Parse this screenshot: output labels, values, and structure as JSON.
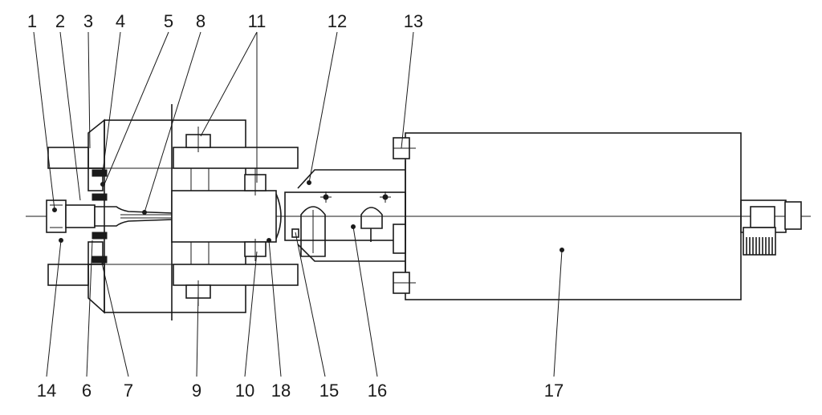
{
  "colors": {
    "ink": "#1a1a1a",
    "background": "#ffffff",
    "hatch": "#1a1a1a"
  },
  "callouts": [
    {
      "id": "c1",
      "text": "1"
    },
    {
      "id": "c2",
      "text": "2"
    },
    {
      "id": "c3",
      "text": "3"
    },
    {
      "id": "c4",
      "text": "4"
    },
    {
      "id": "c5",
      "text": "5"
    },
    {
      "id": "c8",
      "text": "8"
    },
    {
      "id": "c11",
      "text": "11"
    },
    {
      "id": "c12",
      "text": "12"
    },
    {
      "id": "c13",
      "text": "13"
    },
    {
      "id": "c14",
      "text": "14"
    },
    {
      "id": "c6",
      "text": "6"
    },
    {
      "id": "c7",
      "text": "7"
    },
    {
      "id": "c9",
      "text": "9"
    },
    {
      "id": "c10",
      "text": "10"
    },
    {
      "id": "c18",
      "text": "18"
    },
    {
      "id": "c15",
      "text": "15"
    },
    {
      "id": "c16",
      "text": "16"
    },
    {
      "id": "c17",
      "text": "17"
    }
  ]
}
